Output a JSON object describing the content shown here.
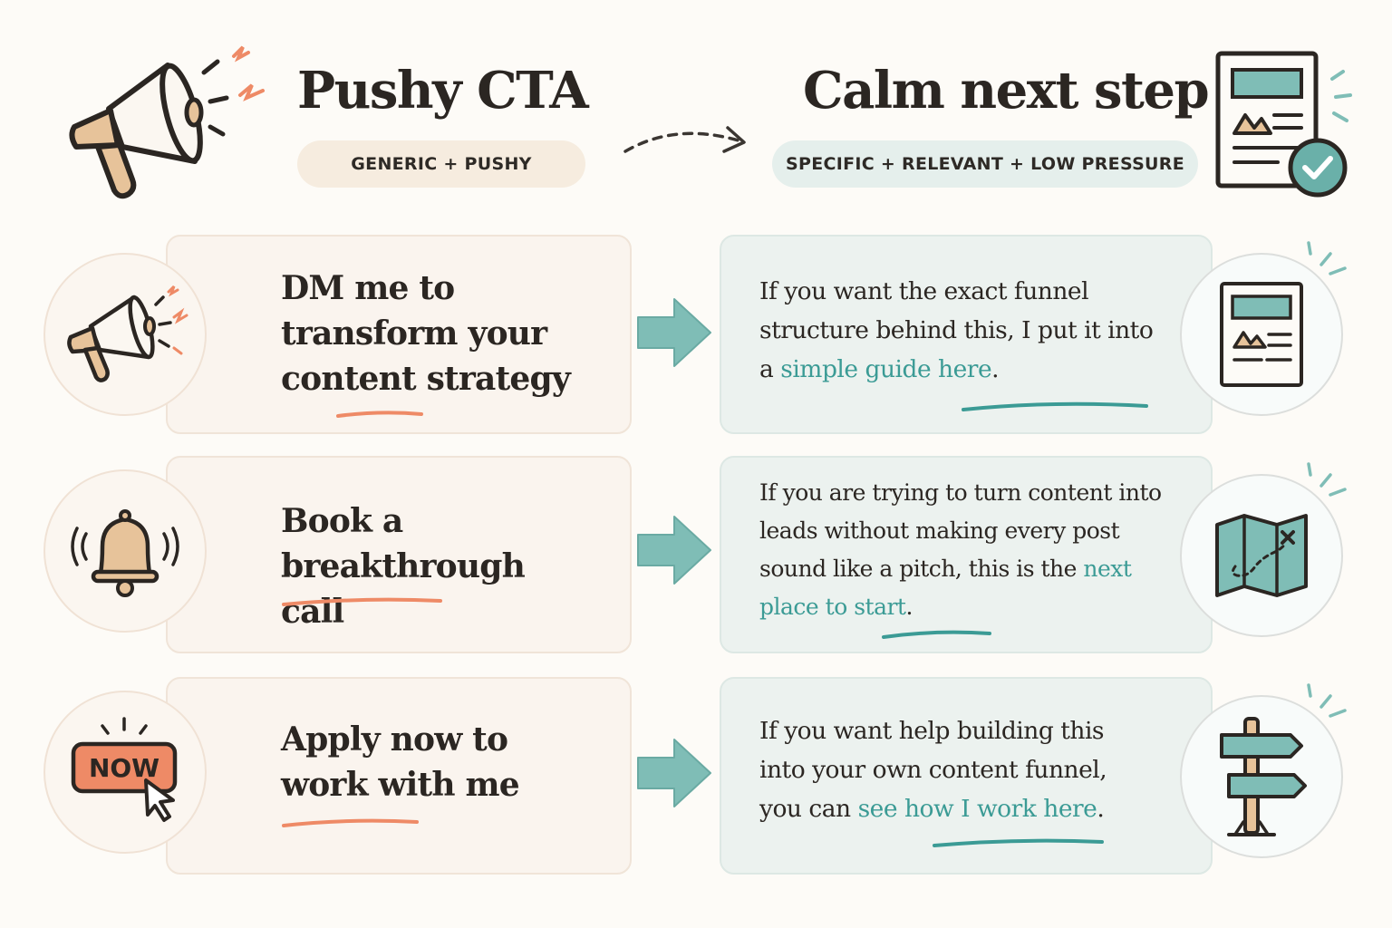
{
  "left_column": {
    "title": "Pushy CTA",
    "tag": "GENERIC + PUSHY",
    "rows": [
      {
        "text": "DM me to transform your content strategy",
        "icon": "megaphone-icon"
      },
      {
        "text": "Book a breakthrough call",
        "icon": "bell-icon"
      },
      {
        "text": "Apply now to work with me",
        "icon": "now-button-icon",
        "icon_label": "NOW"
      }
    ]
  },
  "right_column": {
    "title": "Calm next step",
    "tag": "SPECIFIC + RELEVANT + LOW PRESSURE",
    "rows": [
      {
        "prefix": "If you want the exact funnel structure behind this, I put it into a ",
        "link": "simple guide here",
        "suffix": ".",
        "icon": "document-icon"
      },
      {
        "prefix": "If you are trying to turn content into leads without making every post sound like a pitch, this is the ",
        "link": "next place to start",
        "suffix": ".",
        "icon": "map-icon"
      },
      {
        "prefix": "If you want help building this into your own content funnel, you can ",
        "link": "see how I work here",
        "suffix": ".",
        "icon": "signpost-icon"
      }
    ]
  },
  "colors": {
    "accent_teal": "#3b9b95",
    "accent_orange": "#ee8a66",
    "arrow_teal": "#7fbdb6",
    "warm_card": "#faf4ee",
    "cool_card": "#ecf2ef"
  }
}
